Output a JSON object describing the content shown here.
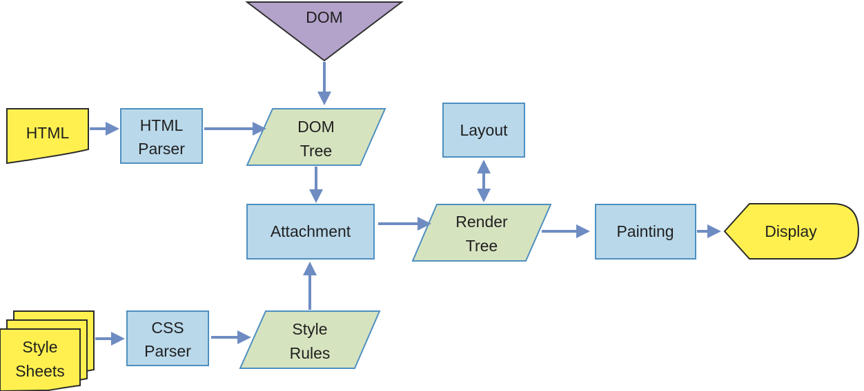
{
  "diagram": {
    "colors": {
      "process_fill": "#b9d8ea",
      "process_stroke": "#4d8fc0",
      "data_fill": "#d6e3bf",
      "data_stroke": "#4d8fc0",
      "io_fill": "#fff04f",
      "io_stroke": "#2a2a2a",
      "dom_fill": "#b3a2c9",
      "dom_stroke": "#2f2f2f",
      "arrow": "#6e8cc2"
    },
    "nodes": {
      "dom": {
        "label": "DOM"
      },
      "html": {
        "label": "HTML"
      },
      "html_parser": {
        "line1": "HTML",
        "line2": "Parser"
      },
      "dom_tree": {
        "line1": "DOM",
        "line2": "Tree"
      },
      "layout": {
        "label": "Layout"
      },
      "attachment": {
        "label": "Attachment"
      },
      "render_tree": {
        "line1": "Render",
        "line2": "Tree"
      },
      "painting": {
        "label": "Painting"
      },
      "display": {
        "label": "Display"
      },
      "style_sheets": {
        "line1": "Style",
        "line2": "Sheets"
      },
      "css_parser": {
        "line1": "CSS",
        "line2": "Parser"
      },
      "style_rules": {
        "line1": "Style",
        "line2": "Rules"
      }
    }
  }
}
